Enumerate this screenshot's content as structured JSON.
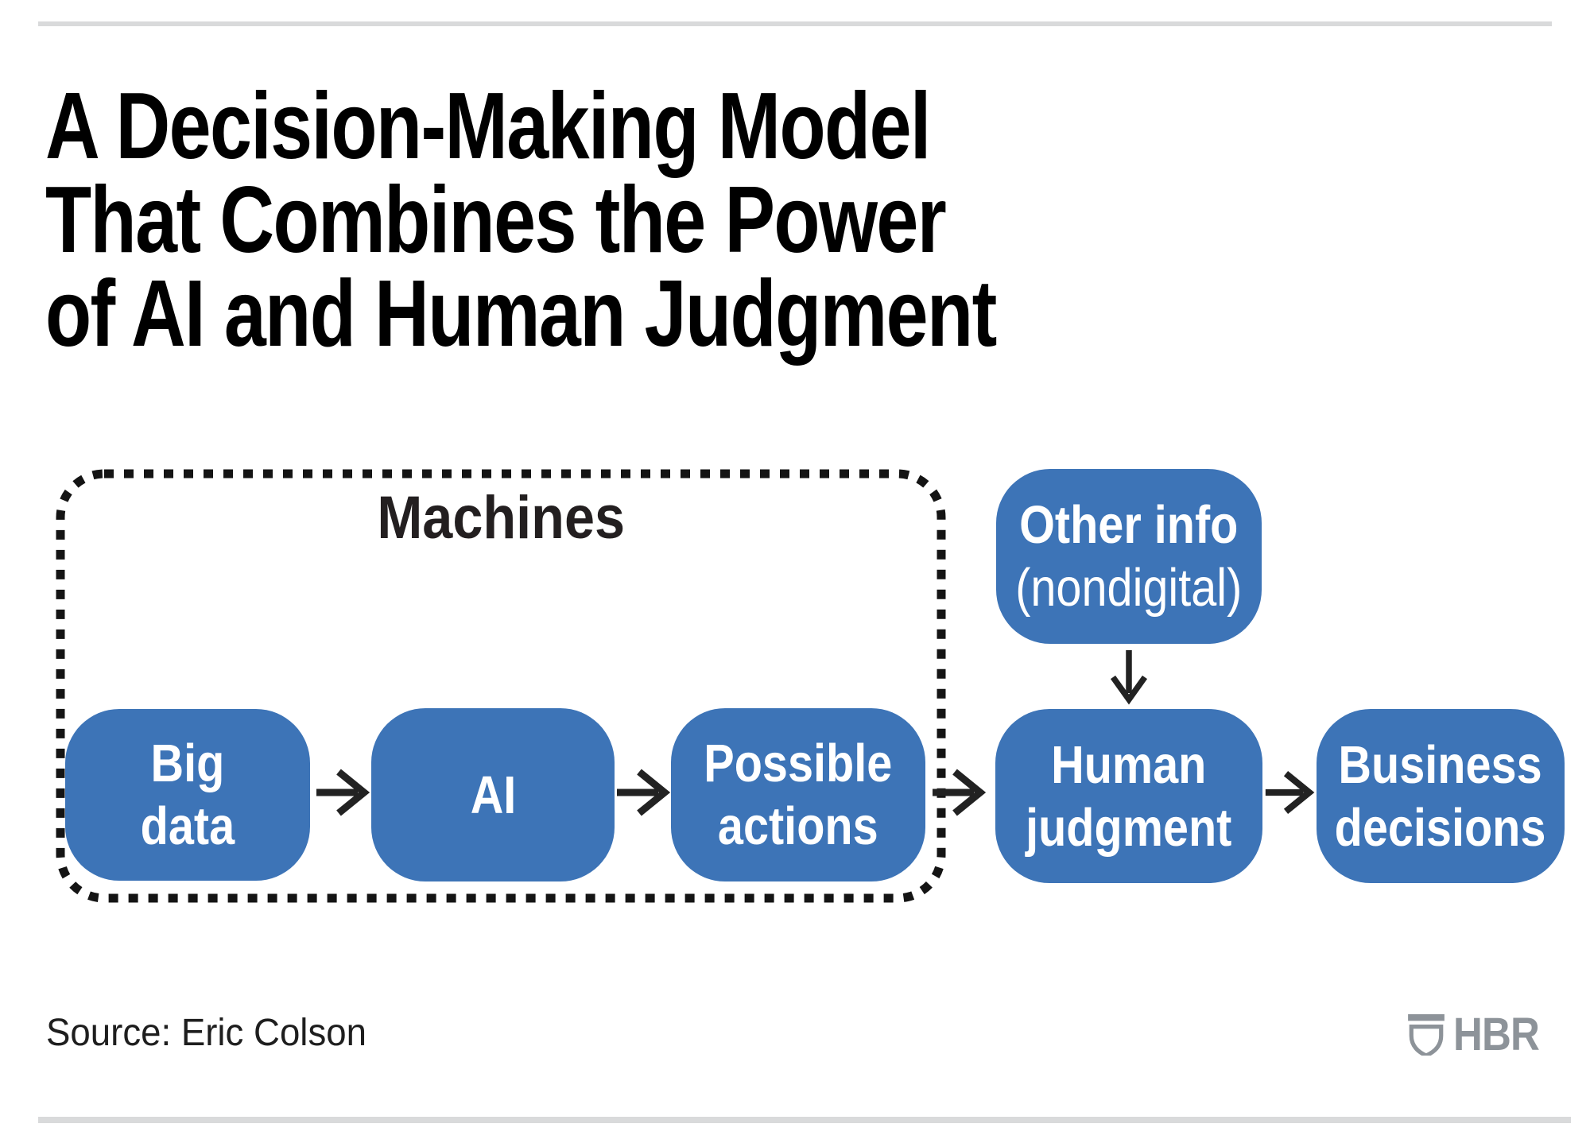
{
  "title": {
    "line1": "A Decision-Making Model",
    "line2": "That Combines the Power",
    "line3": "of AI and Human Judgment"
  },
  "diagram": {
    "group_label": "Machines",
    "nodes": {
      "big_data": {
        "line1": "Big",
        "line2": "data"
      },
      "ai": {
        "line1": "AI"
      },
      "possible_actions": {
        "line1": "Possible",
        "line2": "actions"
      },
      "other_info": {
        "line1": "Other info",
        "line2": "(nondigital)"
      },
      "human_judgment": {
        "line1": "Human",
        "line2": "judgment"
      },
      "business_decisions": {
        "line1": "Business",
        "line2": "decisions"
      }
    },
    "flow": [
      "Big data",
      "AI",
      "Possible actions",
      "Human judgment",
      "Business decisions"
    ],
    "extra_input": "Other info (nondigital) feeds into Human judgment",
    "icons": [
      "arrow-right-icon",
      "arrow-down-icon",
      "hbr-shield-icon"
    ]
  },
  "footer": {
    "source": "Source: Eric Colson",
    "logo_text": "HBR"
  },
  "colors": {
    "node_blue": "#3d74b7",
    "ink_black": "#1f1f1f",
    "rule_gray": "#d9dadb",
    "hbr_gray": "#8d9399"
  }
}
